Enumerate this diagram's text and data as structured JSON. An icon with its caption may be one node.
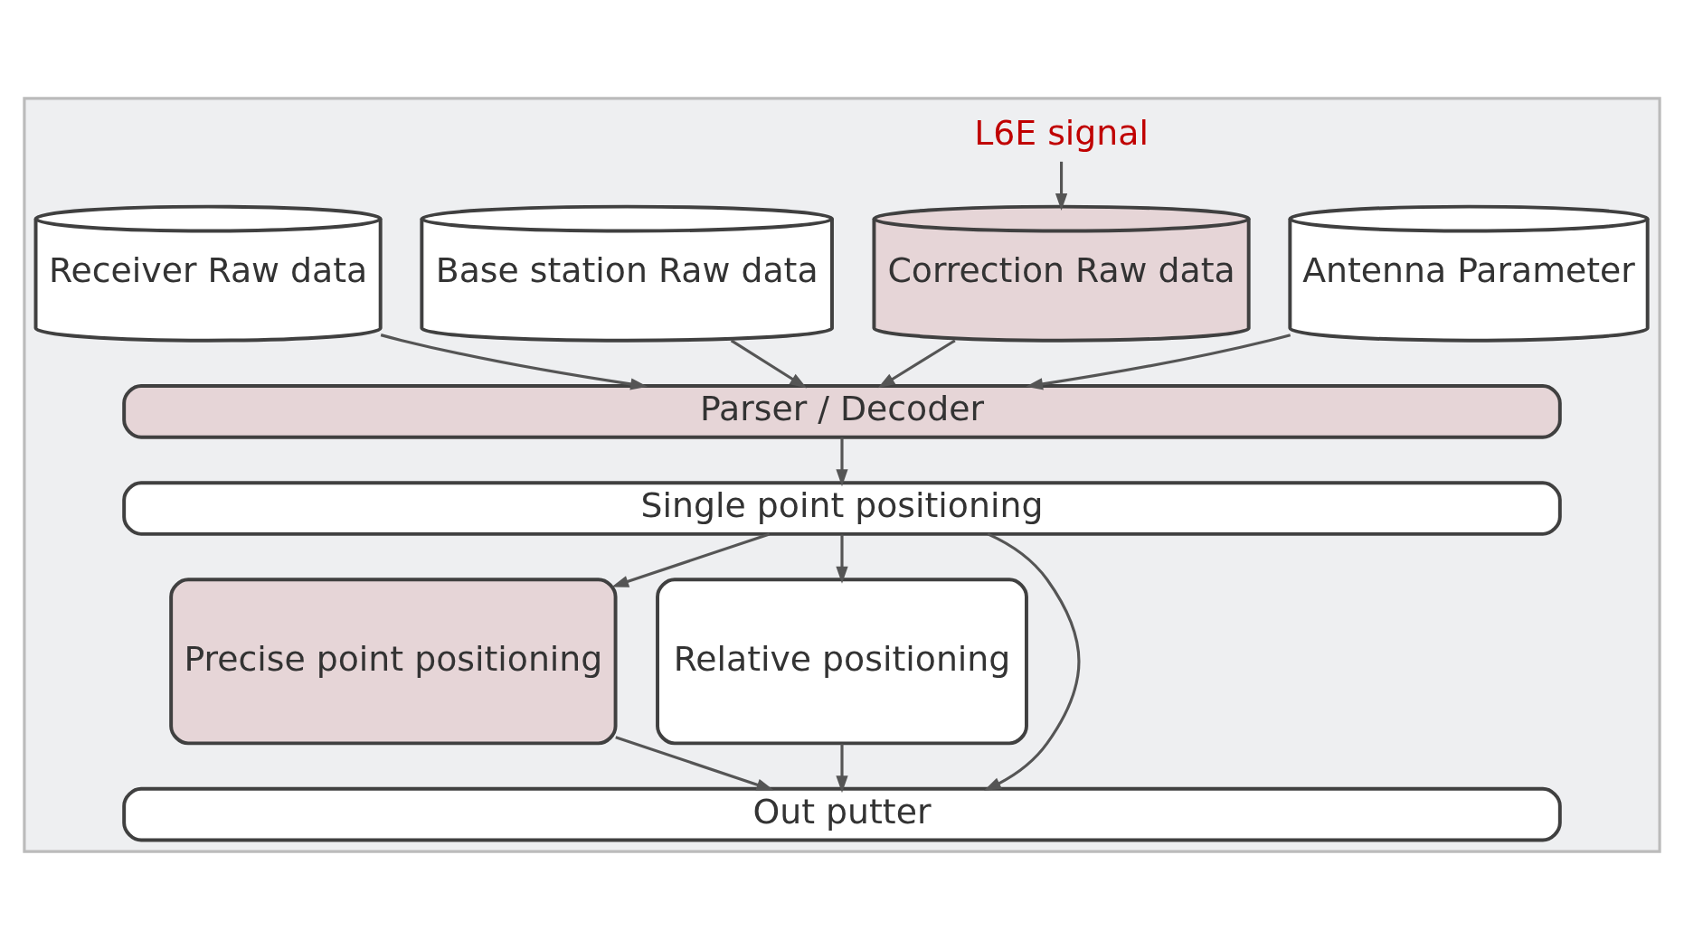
{
  "diagram": {
    "nodes": [
      {
        "text": [],
        "shape": "box"
      },
      {
        "text": [
          "L6E signal"
        ],
        "in": 0
      },
      {
        "text": [
          "Receiver Raw data"
        ],
        "in": 0
      },
      {
        "text": [
          "Base station Raw data"
        ],
        "in": 0
      },
      {
        "text": [
          "Correction Raw data"
        ],
        "in": 0
      },
      {
        "text": [
          "Antenna Parameter"
        ],
        "in": 0
      },
      {
        "text": [
          "Parser / Decoder"
        ],
        "in": 0
      },
      {
        "text": [
          "Single point positioning"
        ],
        "in": 0
      },
      {
        "text": [
          "Precise point positioning"
        ],
        "in": 0
      },
      {
        "text": [
          "Relative positioning"
        ],
        "in": 0
      },
      {
        "text": [
          "Out putter"
        ],
        "in": 0
      }
    ],
    "edges": [
      {
        "from": 1,
        "to": 4,
        "arrow": "to"
      },
      {
        "from": 2,
        "to": 6,
        "arrow": "to"
      },
      {
        "from": 3,
        "to": 6,
        "arrow": "to"
      },
      {
        "from": 4,
        "to": 6,
        "arrow": "to"
      },
      {
        "from": 5,
        "to": 6,
        "arrow": "to"
      },
      {
        "from": 6,
        "to": 7,
        "arrow": "to"
      },
      {
        "from": 7,
        "to": 10,
        "arrow": "to"
      },
      {
        "from": 7,
        "to": 8,
        "arrow": "to"
      },
      {
        "from": 7,
        "to": 9,
        "arrow": "to"
      },
      {
        "from": 8,
        "to": 10,
        "arrow": "to"
      },
      {
        "from": 9,
        "to": 10,
        "arrow": "to"
      }
    ]
  }
}
